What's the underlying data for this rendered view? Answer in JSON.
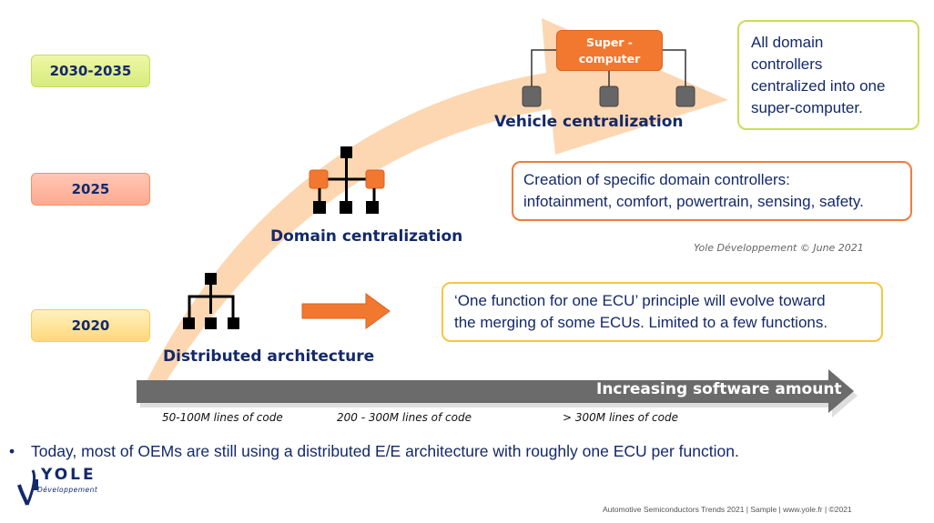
{
  "timeline": {
    "years": [
      "2030-2035",
      "2025",
      "2020"
    ]
  },
  "stages": {
    "distributed": "Distributed architecture",
    "domain": "Domain centralization",
    "vehicle": "Vehicle centralization",
    "supercomputer_line1": "Super -",
    "supercomputer_line2": "computer"
  },
  "callouts": {
    "vehicle_lines": [
      "All domain",
      "controllers",
      "centralized into one",
      "super-computer."
    ],
    "domain_lines": [
      "Creation of specific domain controllers:",
      "infotainment, comfort, powertrain, sensing, safety."
    ],
    "distributed_lines": [
      "‘One function for one ECU’ principle will evolve toward",
      "the merging of some ECUs. Limited to a few functions."
    ]
  },
  "credit": "Yole Développement © June 2021",
  "axis": {
    "label": "Increasing software amount",
    "lines_of_code": [
      "50-100M lines of code",
      "200 - 300M lines of code",
      "> 300M lines of code"
    ]
  },
  "bullet": {
    "symbol": "•",
    "text": "Today, most of OEMs are still using a distributed E/E architecture with roughly one ECU per function."
  },
  "logo": {
    "name": "YOLE",
    "subtitle": "Développement"
  },
  "footer": "Automotive Semiconductors Trends 2021 | Sample | www.yole.fr | ©2021",
  "colors": {
    "navy": "#14296a",
    "orange": "#f2782f",
    "peach_arrow": "#fdd3aa",
    "lime": "#c7df58",
    "yellow": "#f9c443",
    "axis_gray": "#6b6b6b"
  }
}
